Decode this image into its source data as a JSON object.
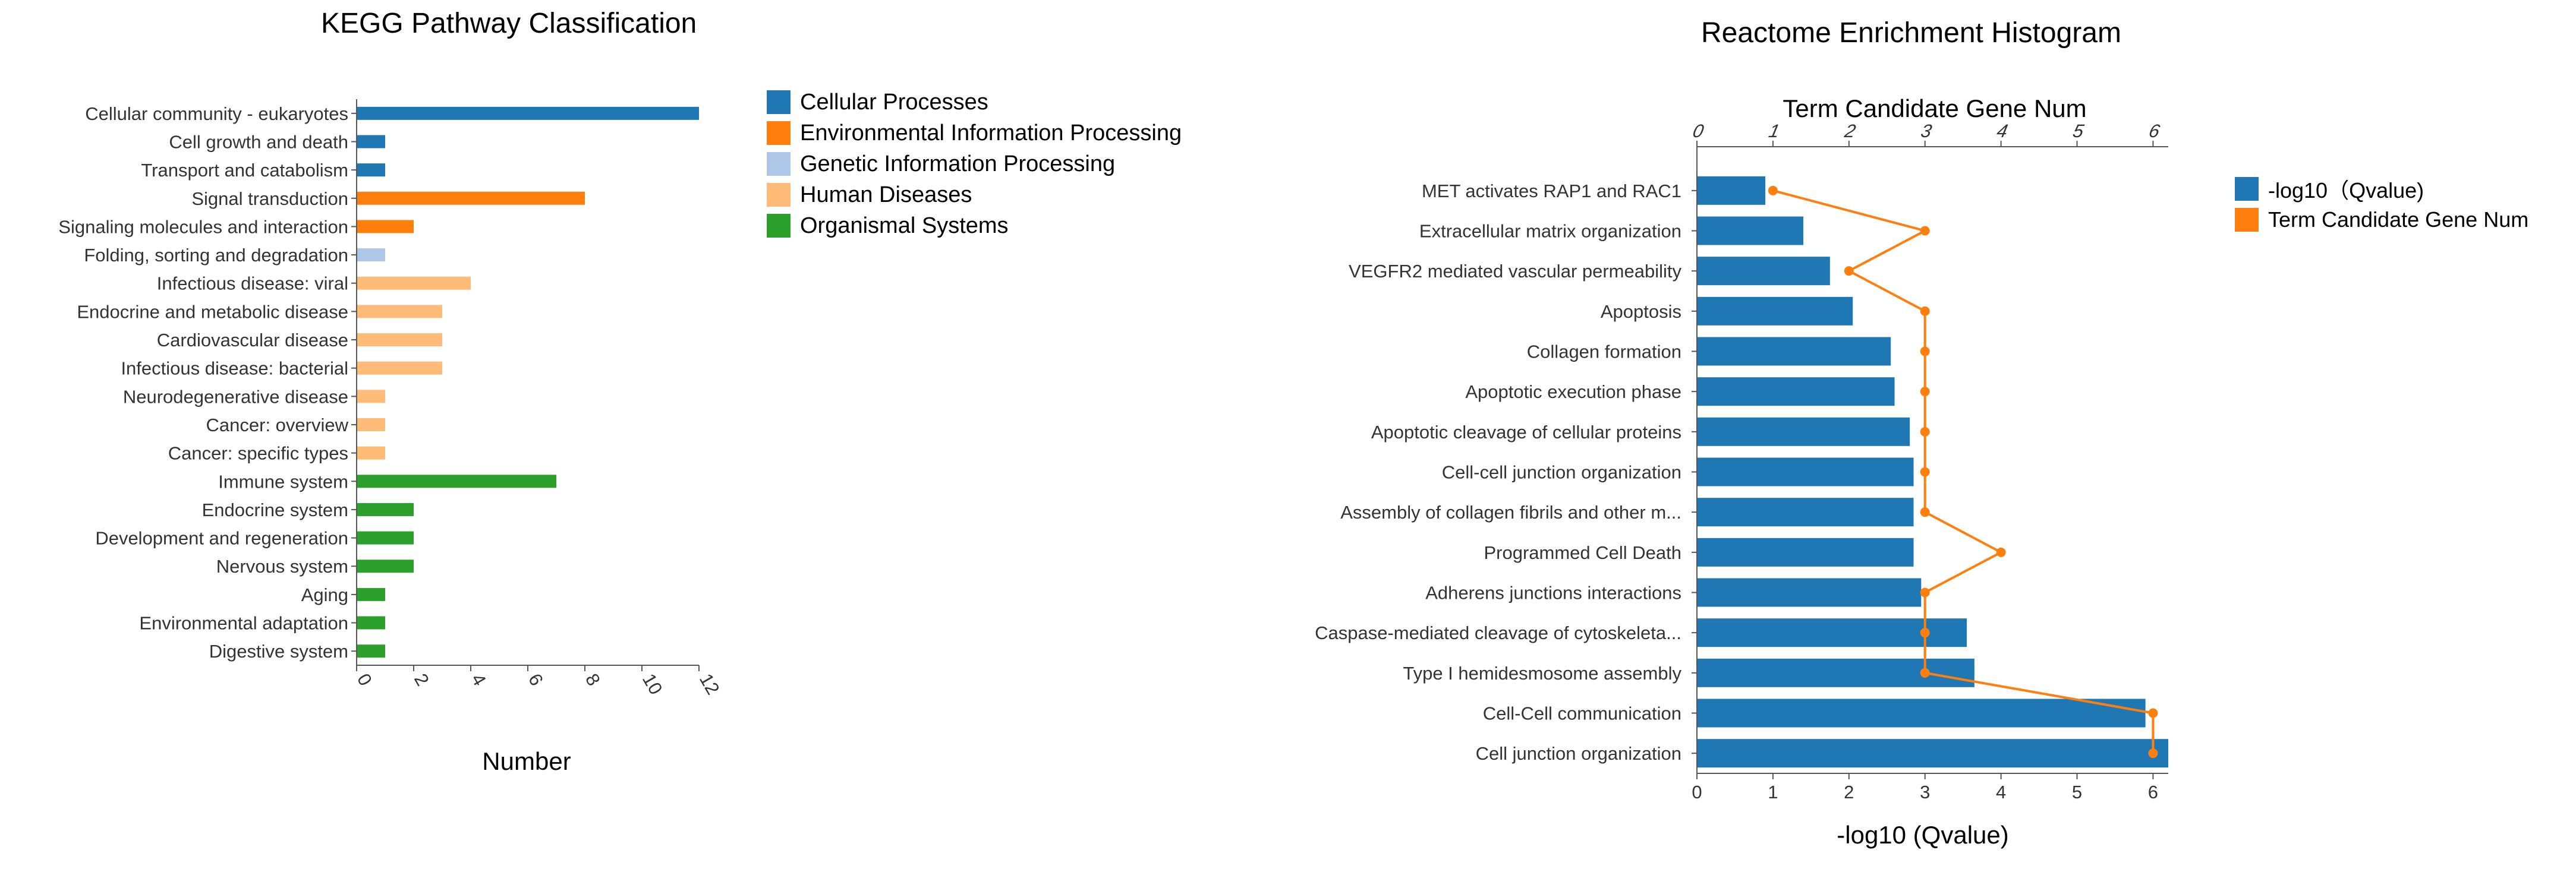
{
  "kegg": {
    "title": "KEGG Pathway Classification",
    "legend": [
      {
        "name": "Cellular Processes",
        "color": "#1f77b4"
      },
      {
        "name": "Environmental Information Processing",
        "color": "#ff7f0e"
      },
      {
        "name": "Genetic Information Processing",
        "color": "#aec7e8"
      },
      {
        "name": "Human Diseases",
        "color": "#ffbb78"
      },
      {
        "name": "Organismal Systems",
        "color": "#2ca02c"
      }
    ]
  },
  "reactome": {
    "title": "Reactome Enrichment Histogram",
    "legend": [
      {
        "name": "-log10（Qvalue)",
        "color": "#1f77b4"
      },
      {
        "name": "Term Candidate Gene Num",
        "color": "#ff7f0e"
      }
    ]
  },
  "chart_data": [
    {
      "type": "bar",
      "orientation": "horizontal",
      "title": "KEGG Pathway Classification",
      "xlabel": "Number",
      "xlim": [
        0,
        12
      ],
      "xticks": [
        "0",
        "2",
        "4",
        "6",
        "8",
        "10",
        "12"
      ],
      "grid": false,
      "legend_position": "right",
      "categories": [
        "Cellular community - eukaryotes",
        "Cell growth and death",
        "Transport and catabolism",
        "Signal transduction",
        "Signaling molecules and interaction",
        "Folding, sorting and degradation",
        "Infectious disease: viral",
        "Endocrine and metabolic disease",
        "Cardiovascular disease",
        "Infectious disease: bacterial",
        "Neurodegenerative disease",
        "Cancer: overview",
        "Cancer: specific types",
        "Immune system",
        "Endocrine system",
        "Development and regeneration",
        "Nervous system",
        "Aging",
        "Environmental adaptation",
        "Digestive system"
      ],
      "values": [
        12,
        1,
        1,
        8,
        2,
        1,
        4,
        3,
        3,
        3,
        1,
        1,
        1,
        7,
        2,
        2,
        2,
        1,
        1,
        1
      ],
      "groups": [
        "Cellular Processes",
        "Cellular Processes",
        "Cellular Processes",
        "Environmental Information Processing",
        "Environmental Information Processing",
        "Genetic Information Processing",
        "Human Diseases",
        "Human Diseases",
        "Human Diseases",
        "Human Diseases",
        "Human Diseases",
        "Human Diseases",
        "Human Diseases",
        "Organismal Systems",
        "Organismal Systems",
        "Organismal Systems",
        "Organismal Systems",
        "Organismal Systems",
        "Organismal Systems",
        "Organismal Systems"
      ]
    },
    {
      "type": "bar",
      "orientation": "horizontal",
      "title": "Reactome Enrichment Histogram",
      "xlabel": "-log10  (Qvalue)",
      "x2label": "Term Candidate Gene Num",
      "xlim": [
        0,
        6.2
      ],
      "xticks": [
        "0",
        "1",
        "2",
        "3",
        "4",
        "5",
        "6"
      ],
      "x2lim": [
        0,
        6.2
      ],
      "x2ticks": [
        "0",
        "1",
        "2",
        "3",
        "4",
        "5",
        "6"
      ],
      "grid": false,
      "legend_position": "right",
      "categories": [
        "MET activates RAP1 and RAC1",
        "Extracellular matrix organization",
        "VEGFR2 mediated vascular permeability",
        "Apoptosis",
        "Collagen formation",
        "Apoptotic execution phase",
        "Apoptotic cleavage of cellular proteins",
        "Cell-cell junction organization",
        "Assembly of collagen fibrils and other m...",
        "Programmed Cell Death",
        "Adherens junctions interactions",
        "Caspase-mediated cleavage of cytoskeleta...",
        "Type I hemidesmosome assembly",
        "Cell-Cell communication",
        "Cell junction organization"
      ],
      "series": [
        {
          "name": "-log10（Qvalue)",
          "type": "bar",
          "values": [
            0.9,
            1.4,
            1.75,
            2.05,
            2.55,
            2.6,
            2.8,
            2.85,
            2.85,
            2.85,
            2.95,
            3.55,
            3.65,
            5.9,
            6.2
          ]
        },
        {
          "name": "Term Candidate Gene Num",
          "type": "line",
          "values": [
            1,
            3,
            2,
            3,
            3,
            3,
            3,
            3,
            3,
            4,
            3,
            3,
            3,
            6,
            6
          ]
        }
      ]
    }
  ]
}
